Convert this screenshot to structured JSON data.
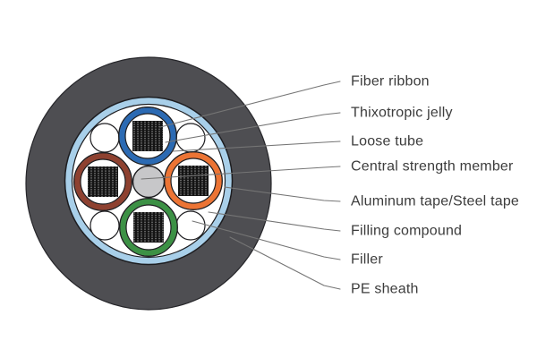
{
  "diagram": {
    "name": "fiber-optic-cable-cross-section",
    "labels": [
      {
        "text": "Fiber ribbon"
      },
      {
        "text": "Thixotropic jelly"
      },
      {
        "text": "Loose tube"
      },
      {
        "text": "Central strength member"
      },
      {
        "text": "Aluminum tape/Steel tape"
      },
      {
        "text": "Filling compound"
      },
      {
        "text": "Filler"
      },
      {
        "text": "PE sheath"
      }
    ],
    "colors": {
      "background": "#ffffff",
      "pe_sheath": "#4e4e52",
      "outline_dark": "#1d1d20",
      "aluminum_tape": "#a8cfe9",
      "filling_compound": "#ffffff",
      "loose_tube_top": "#2b6ab3",
      "loose_tube_left": "#8e4130",
      "loose_tube_right": "#ec7434",
      "loose_tube_bottom": "#3c9145",
      "central_strength_member": "#c7c7c9",
      "fiber_ribbon_black": "#141414",
      "fiber_ribbon_dot": "#9b9b9b",
      "filler_white": "#ffffff",
      "leader_line": "#757575",
      "label_text": "#3c3c3c"
    }
  }
}
